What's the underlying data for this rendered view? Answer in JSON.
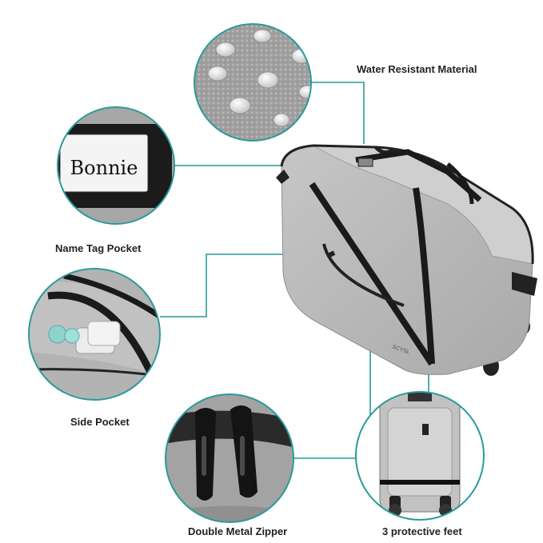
{
  "features": {
    "water_resistant": "Water Resistant Material",
    "name_tag": "Name Tag Pocket",
    "side_pocket": "Side Pocket",
    "zipper": "Double Metal Zipper",
    "feet": "3 protective feet"
  },
  "name_tag_text": "Bonnie",
  "brand_text": "SCYSL",
  "colors": {
    "accent_teal": "#2a9a9a",
    "fabric_gray": "#b9b9b9",
    "strap_black": "#1a1a1a"
  }
}
